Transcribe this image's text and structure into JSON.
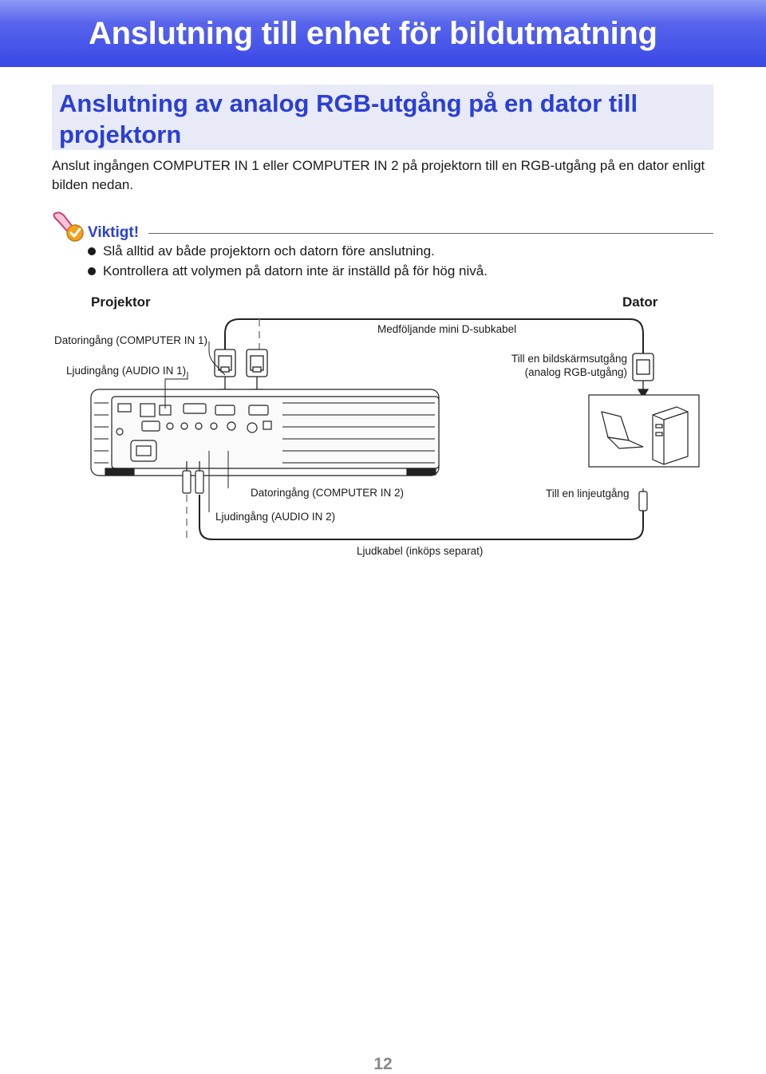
{
  "header": {
    "title": "Anslutning till enhet för bildutmatning"
  },
  "section": {
    "title": "Anslutning av analog RGB-utgång på en dator till projektorn"
  },
  "intro": "Anslut ingången COMPUTER IN 1 eller COMPUTER IN 2 på projektorn till en RGB-utgång på en dator enligt bilden nedan.",
  "important": {
    "title": "Viktigt!",
    "items": [
      "Slå alltid av både projektorn och datorn före anslutning.",
      "Kontrollera att volymen på datorn inte är inställd på för hög nivå."
    ]
  },
  "diagram": {
    "projector_label": "Projektor",
    "computer_label": "Dator",
    "computer_in1": "Datoringång (COMPUTER IN 1)",
    "audio_in1": "Ljudingång (AUDIO IN 1)",
    "cable_label": "Medföljande mini D-subkabel",
    "monitor_out_line1": "Till en bildskärmsutgång",
    "monitor_out_line2": "(analog RGB-utgång)",
    "computer_in2": "Datoringång (COMPUTER IN 2)",
    "line_out": "Till en linjeutgång",
    "audio_in2": "Ljudingång (AUDIO IN 2)",
    "audio_cable": "Ljudkabel (inköps separat)"
  },
  "page_number": "12",
  "colors": {
    "banner": "#3a48e6",
    "accent": "#2a3fd6",
    "section_bg": "#e8eaf7"
  }
}
